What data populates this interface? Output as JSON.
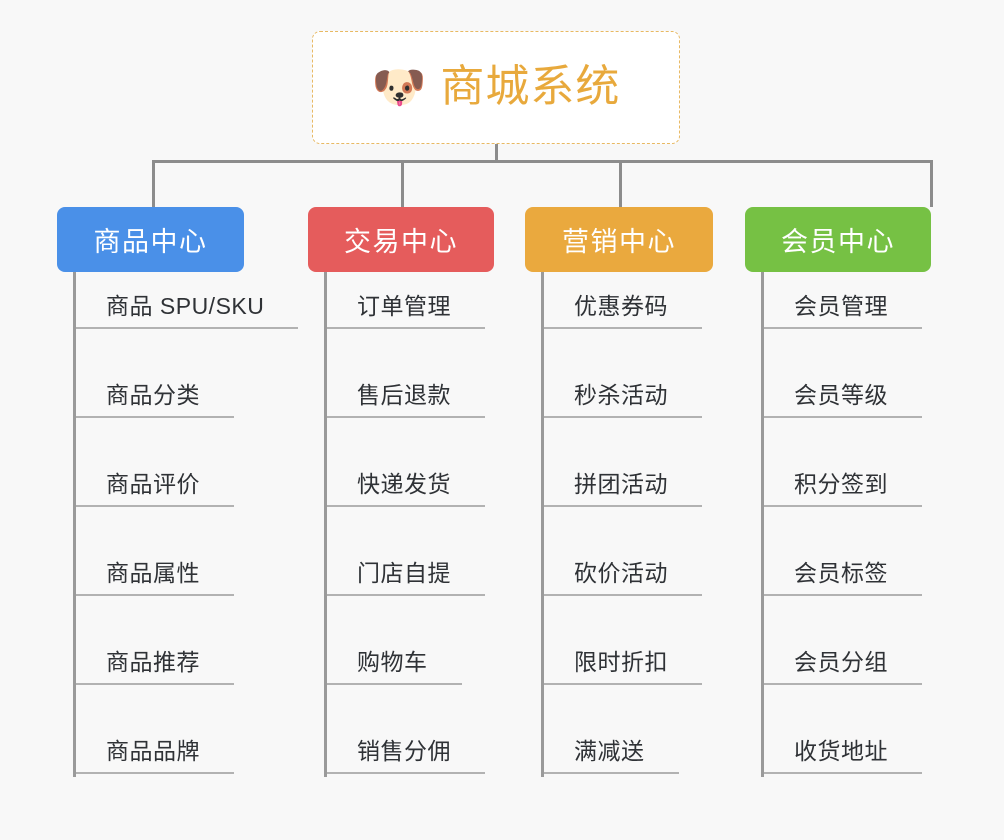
{
  "page": {
    "background_color": "#f8f8f8",
    "text_color": "#2f3236",
    "connector_color": "#8c8c8c"
  },
  "root": {
    "emoji": "🐶",
    "emoji_name": "shiba-dog-face-emoji",
    "title": "商城系统",
    "border_color": "#e8b963",
    "text_color": "#e8a93c",
    "background_color": "#ffffff"
  },
  "branches": [
    {
      "id": "product-center",
      "label": "商品中心",
      "color": "#4a90e8",
      "items": [
        {
          "label": "商品 SPU/SKU"
        },
        {
          "label": "商品分类"
        },
        {
          "label": "商品评价"
        },
        {
          "label": "商品属性"
        },
        {
          "label": "商品推荐"
        },
        {
          "label": "商品品牌"
        }
      ]
    },
    {
      "id": "trade-center",
      "label": "交易中心",
      "color": "#e55c5c",
      "items": [
        {
          "label": "订单管理"
        },
        {
          "label": "售后退款"
        },
        {
          "label": "快递发货"
        },
        {
          "label": "门店自提"
        },
        {
          "label": "购物车"
        },
        {
          "label": "销售分佣"
        }
      ]
    },
    {
      "id": "marketing-center",
      "label": "营销中心",
      "color": "#eaa93e",
      "items": [
        {
          "label": "优惠券码"
        },
        {
          "label": "秒杀活动"
        },
        {
          "label": "拼团活动"
        },
        {
          "label": "砍价活动"
        },
        {
          "label": "限时折扣"
        },
        {
          "label": "满减送"
        }
      ]
    },
    {
      "id": "member-center",
      "label": "会员中心",
      "color": "#76c144",
      "items": [
        {
          "label": "会员管理"
        },
        {
          "label": "会员等级"
        },
        {
          "label": "积分签到"
        },
        {
          "label": "会员标签"
        },
        {
          "label": "会员分组"
        },
        {
          "label": "收货地址"
        }
      ]
    }
  ]
}
